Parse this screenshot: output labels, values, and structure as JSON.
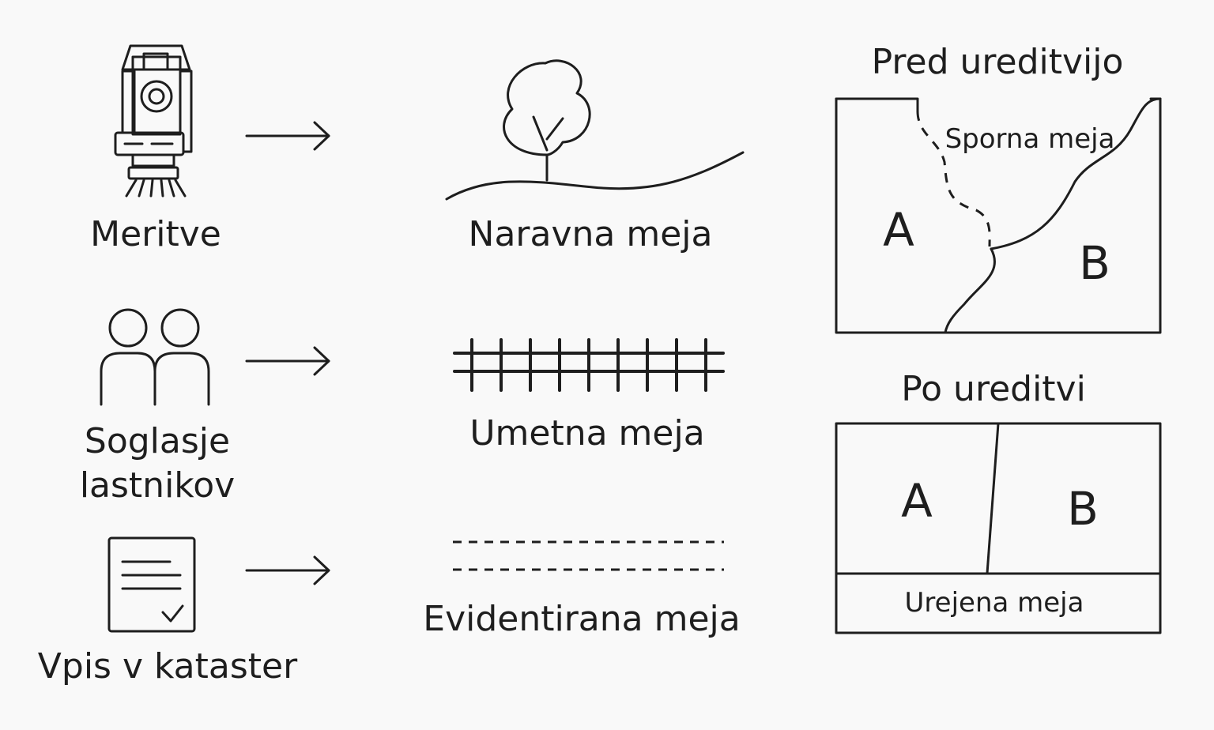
{
  "steps": {
    "measurements": "Meritve",
    "owner_consent_line1": "Soglasje",
    "owner_consent_line2": "lastnikov",
    "cadastre_entry": "Vpis v kataster"
  },
  "boundary_types": {
    "natural": "Naravna meja",
    "artificial": "Umetna meja",
    "recorded": "Evidentirana meja"
  },
  "before": {
    "title": "Pred ureditvijo",
    "disputed": "Sporna meja",
    "parcel_a": "A",
    "parcel_b": "B"
  },
  "after": {
    "title": "Po ureditvi",
    "parcel_a": "A",
    "parcel_b": "B",
    "regulated": "Urejena meja"
  },
  "colors": {
    "ink": "#1e1e1e",
    "background": "#f9f9f9"
  }
}
